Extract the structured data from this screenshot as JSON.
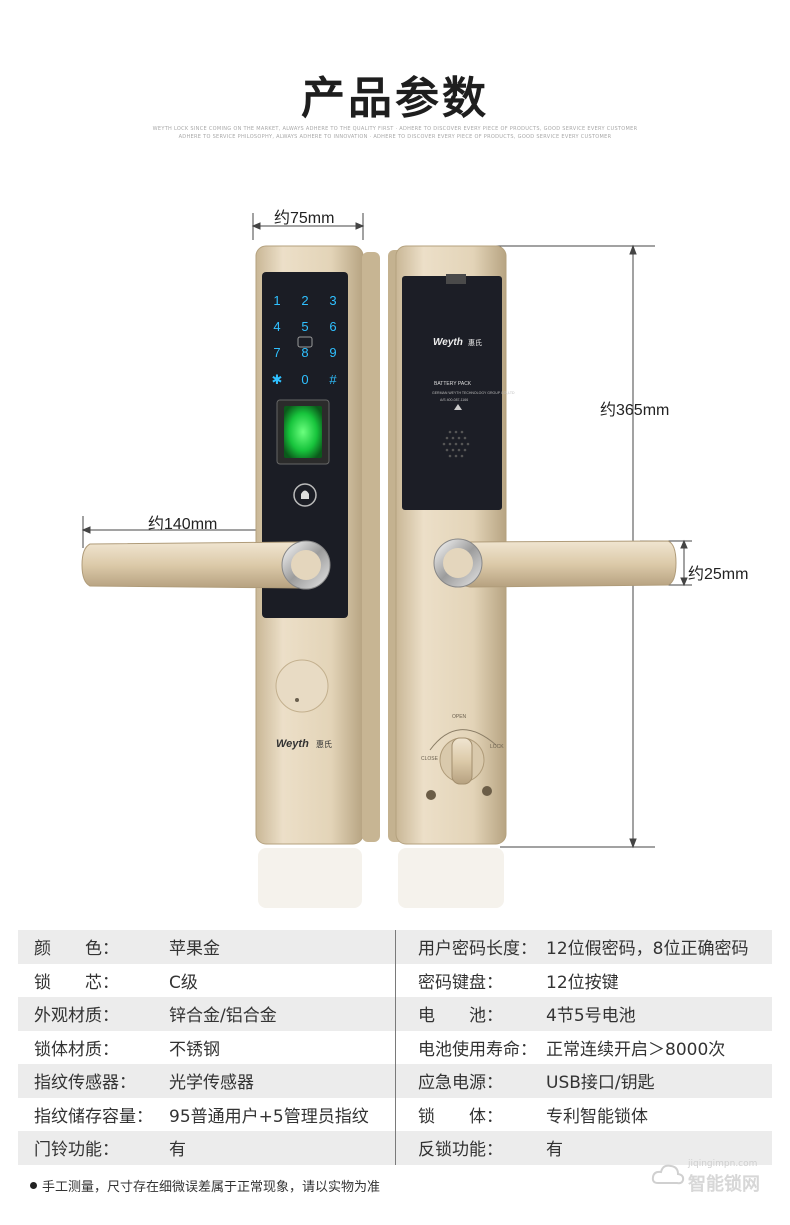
{
  "header": {
    "title": "产品参数",
    "subtitle_line1": "WEYTH LOCK SINCE COMING ON THE MARKET, ALWAYS ADHERE TO THE QUALITY FIRST · ADHERE TO DISCOVER EVERY PIECE OF PRODUCTS, GOOD SERVICE EVERY CUSTOMER",
    "subtitle_line2": "ADHERE TO SERVICE PHILOSOPHY, ALWAYS ADHERE TO INNOVATION · ADHERE TO DISCOVER EVERY PIECE OF PRODUCTS, GOOD SERVICE EVERY CUSTOMER"
  },
  "dimensions": {
    "width": "约75mm",
    "height": "约365mm",
    "handle_length": "约140mm",
    "handle_thickness": "约25mm"
  },
  "product": {
    "keypad": [
      "1",
      "2",
      "3",
      "4",
      "5",
      "6",
      "7",
      "8",
      "9",
      "✱",
      "0",
      "#"
    ],
    "brand": "Weyth",
    "brand_cn": "惠氏",
    "battery_pack_label": "BATTERY  PACK",
    "battery_small_text": "GERMAN WEYTH TECHNOLOGY GROUP CO.,LTD",
    "battery_small_text2": "A/S 400-087-1166",
    "knob_open": "OPEN",
    "knob_close": "CLOSE",
    "knob_lock": "LOCK",
    "colors": {
      "lock_body": "#e2d2b6",
      "lock_shadow": "#bfae8f",
      "panel": "#1b1d25",
      "fingerprint": "#1fe04a",
      "keypad_digits": "#2fc0ff"
    }
  },
  "specs": [
    {
      "left_key": "颜　　色：",
      "left_value": "苹果金",
      "right_key": "用户密码长度：",
      "right_value": "12位假密码，8位正确密码"
    },
    {
      "left_key": "锁　　芯：",
      "left_value": "C级",
      "right_key": "密码键盘：",
      "right_value": "12位按键"
    },
    {
      "left_key": "外观材质：",
      "left_value": "锌合金/铝合金",
      "right_key": "电　　池：",
      "right_value": "4节5号电池"
    },
    {
      "left_key": "锁体材质：",
      "left_value": "不锈钢",
      "right_key": "电池使用寿命：",
      "right_value": "正常连续开启＞8000次"
    },
    {
      "left_key": "指纹传感器：",
      "left_value": "光学传感器",
      "right_key": "应急电源：",
      "right_value": "USB接口/钥匙"
    },
    {
      "left_key": "指纹储存容量：",
      "left_value": "95普通用户+5管理员指纹",
      "right_key": "锁　　体：",
      "right_value": "专利智能锁体"
    },
    {
      "left_key": "门铃功能：",
      "left_value": "有",
      "right_key": "反锁功能：",
      "right_value": "有"
    }
  ],
  "footer": {
    "note": "手工测量，尺寸存在细微误差属于正常现象，请以实物为准",
    "watermark_top": "jiqingimpn.com",
    "watermark": "智能锁网"
  }
}
